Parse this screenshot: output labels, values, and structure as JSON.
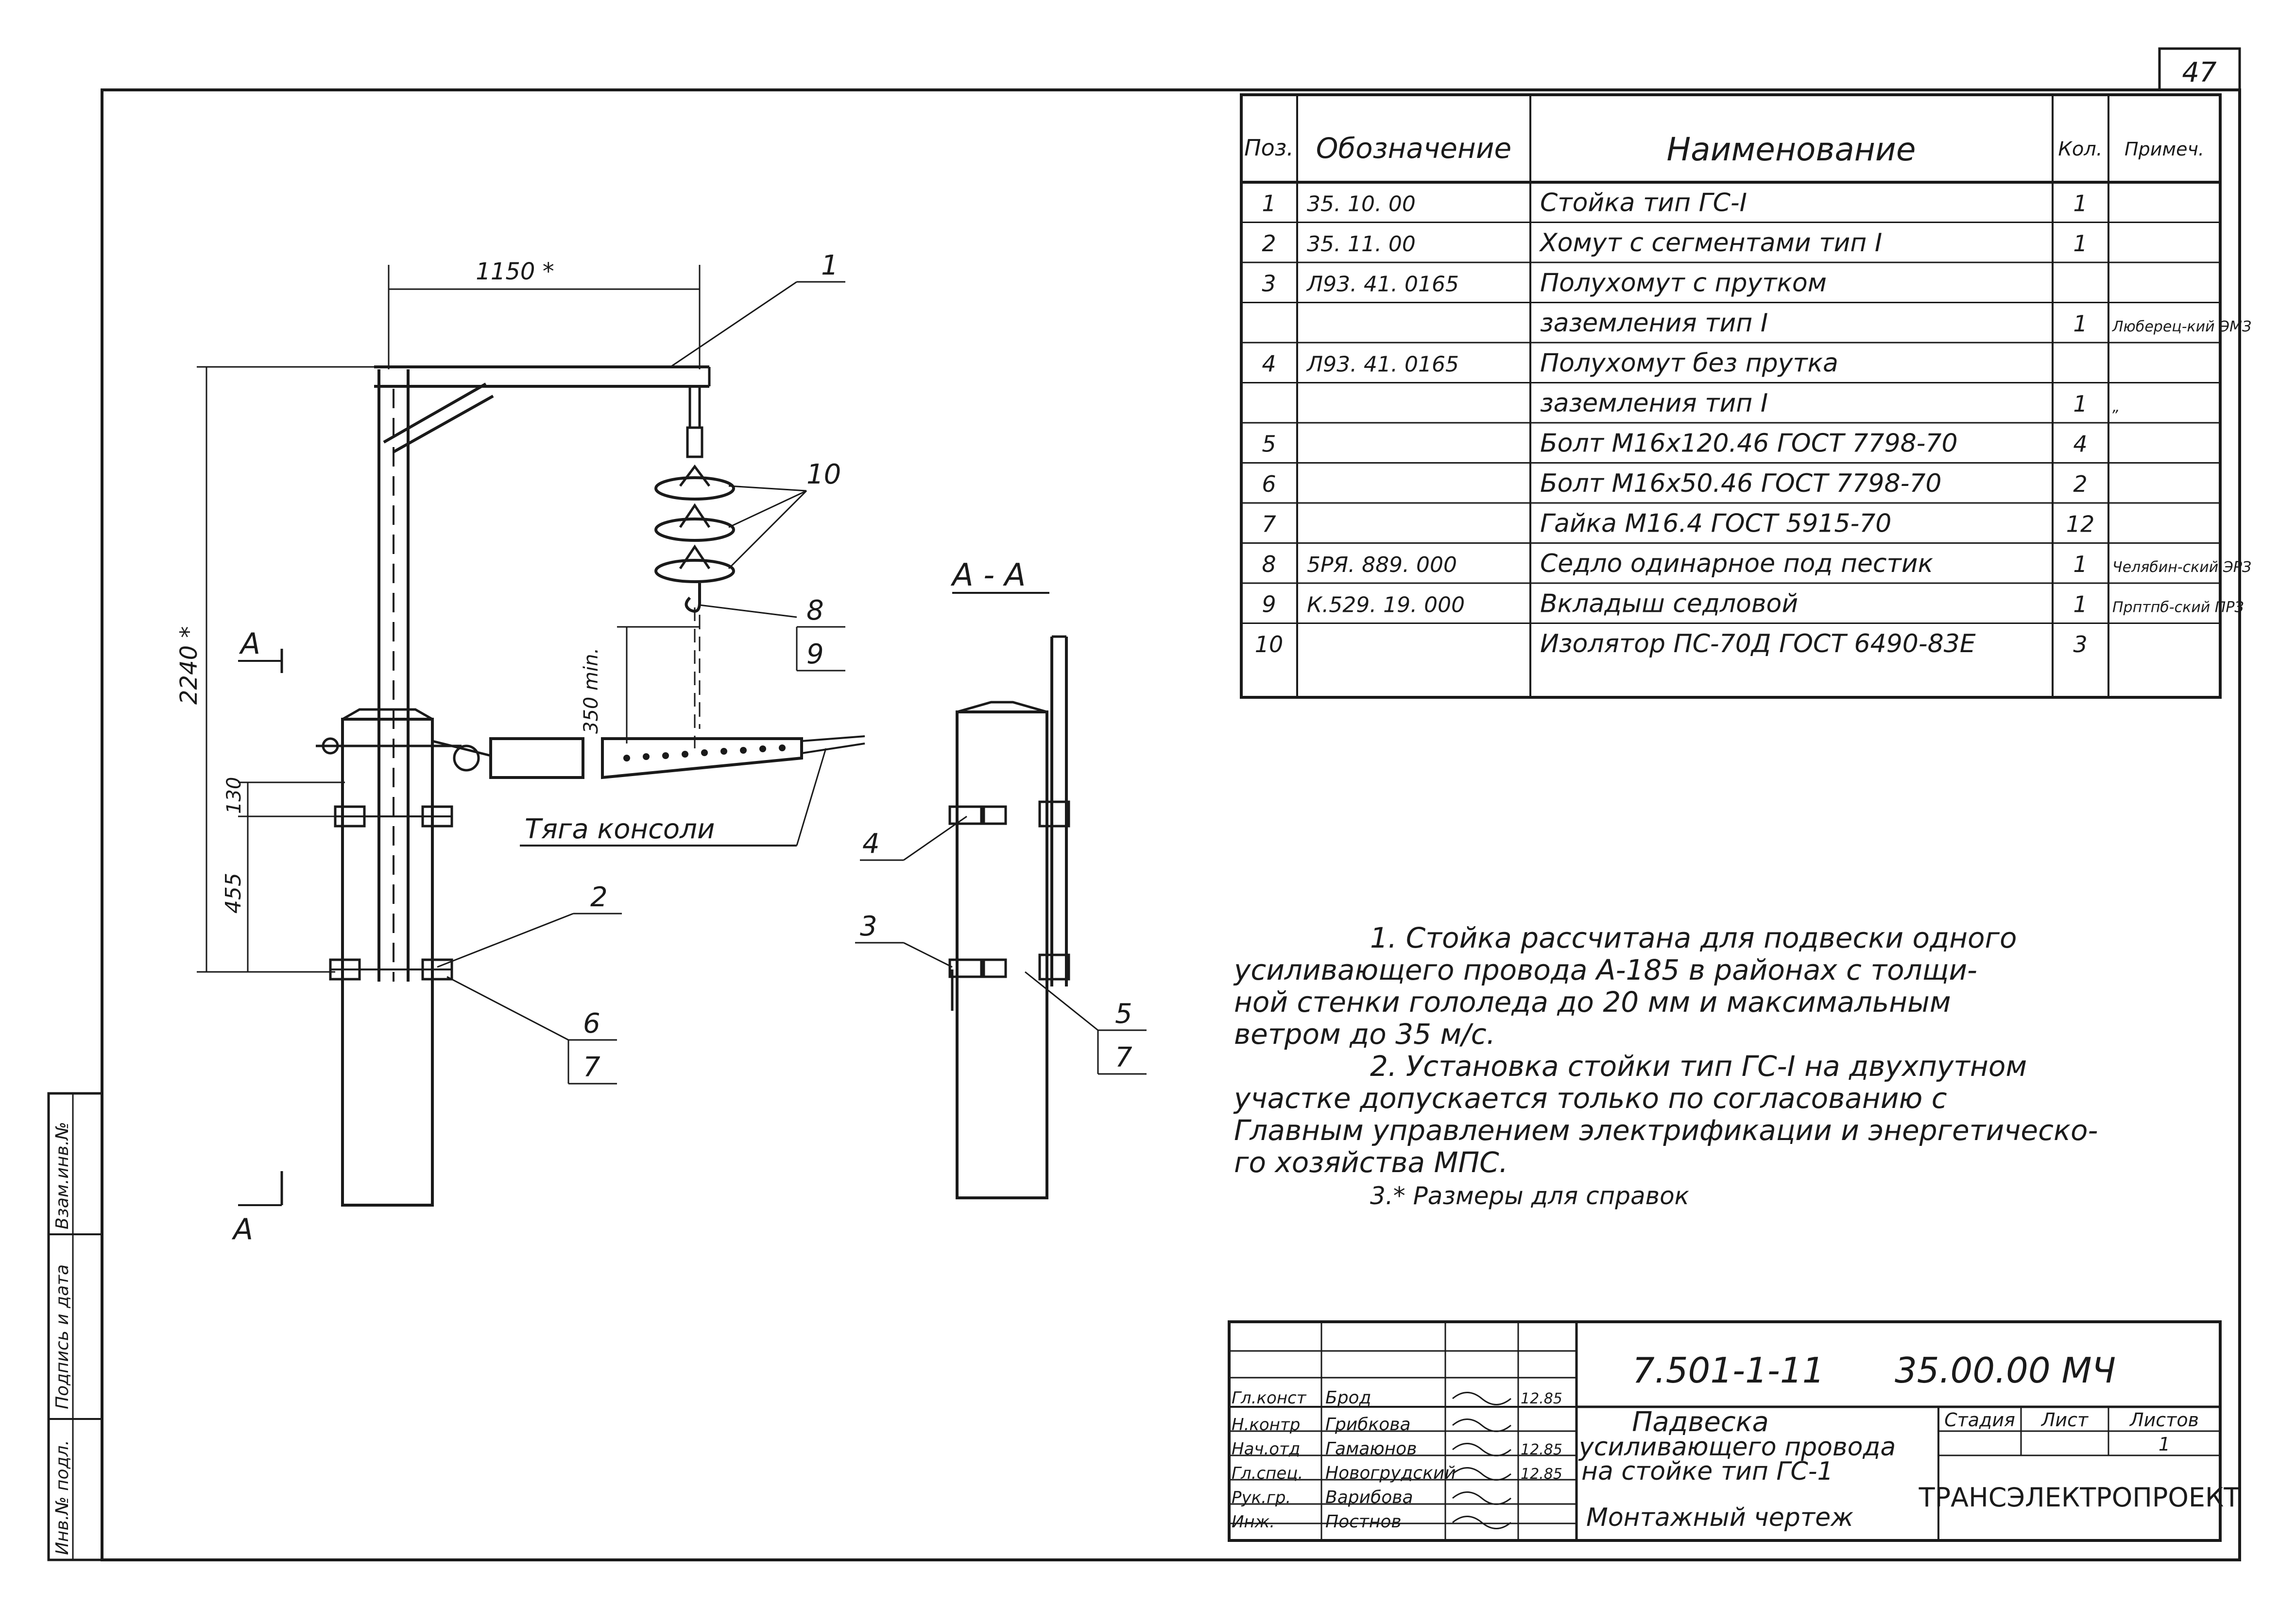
{
  "page_number": "47",
  "drawing": {
    "callouts": [
      "1",
      "10",
      "8",
      "9",
      "2",
      "6",
      "7",
      "4",
      "3",
      "5",
      "7"
    ],
    "section_label": "А - А",
    "section_marks": [
      "А",
      "А"
    ],
    "dims": {
      "top": "1150 *",
      "height": "2240 *",
      "d350": "350 min.",
      "d130": "130",
      "d455": "455"
    },
    "tie_rod_label": "Тяга консоли"
  },
  "spec_table": {
    "headers": [
      "Поз.",
      "Обозначение",
      "Наименование",
      "Кол.",
      "Примеч."
    ],
    "rows": [
      {
        "pos": "1",
        "code": "35. 10. 00",
        "name": "Стойка тип ГС-I",
        "qty": "1",
        "note": ""
      },
      {
        "pos": "2",
        "code": "35. 11. 00",
        "name": "Хомут с сегментами тип I",
        "qty": "1",
        "note": ""
      },
      {
        "pos": "3",
        "code": "Л93. 41. 0165",
        "name": "Полухомут с прутком",
        "qty": "",
        "note": ""
      },
      {
        "pos": "",
        "code": "",
        "name": "заземления тип I",
        "qty": "1",
        "note": "Люберец-кий ЭМЗ"
      },
      {
        "pos": "4",
        "code": "Л93. 41. 0165",
        "name": "Полухомут без прутка",
        "qty": "",
        "note": ""
      },
      {
        "pos": "",
        "code": "",
        "name": "заземления тип I",
        "qty": "1",
        "note": "„"
      },
      {
        "pos": "5",
        "code": "",
        "name": "Болт М16х120.46 ГОСТ 7798-70",
        "qty": "4",
        "note": ""
      },
      {
        "pos": "6",
        "code": "",
        "name": "Болт М16х50.46 ГОСТ 7798-70",
        "qty": "2",
        "note": ""
      },
      {
        "pos": "7",
        "code": "",
        "name": "Гайка М16.4 ГОСТ 5915-70",
        "qty": "12",
        "note": ""
      },
      {
        "pos": "8",
        "code": "5РЯ. 889. 000",
        "name": "Седло одинарное под пестик",
        "qty": "1",
        "note": "Челябин-ский ЭРЗ"
      },
      {
        "pos": "9",
        "code": "К.529. 19. 000",
        "name": "Вкладыш седловой",
        "qty": "1",
        "note": "Прптпб-ский ПРЗ"
      },
      {
        "pos": "10",
        "code": "",
        "name": "Изолятор ПС-70Д ГОСТ 6490-83Е",
        "qty": "3",
        "note": ""
      }
    ]
  },
  "notes": [
    "1. Стойка рассчитана для подвески одного",
    "усиливающего провода А-185 в районах с толщи-",
    "ной стенки гололеда до 20 мм и максимальным",
    "ветром до 35 м/с.",
    "2. Установка стойки тип ГС-I на двухпутном",
    "участке допускается только по согласованию с",
    "Главным управлением электрификации и энергетическо-",
    "го хозяйства МПС.",
    "3.* Размеры для справок"
  ],
  "title_block": {
    "doc_code": "7.501-1-11",
    "sheet_code": "35.00.00 МЧ",
    "title_lines": [
      "Падвеска",
      "усиливающего провода",
      "на стойке тип ГС-1"
    ],
    "subtitle": "Монтажный чертеж",
    "stage_headers": [
      "Стадия",
      "Лист",
      "Листов"
    ],
    "sheet": "1",
    "org": "ТРАНСЭЛЕКТРОПРОЕКТ",
    "people": [
      {
        "role": "Гл.конст",
        "name": "Брод",
        "date": "12.85"
      },
      {
        "role": "Н.контр",
        "name": "Грибкова",
        "date": ""
      },
      {
        "role": "Нач.отд",
        "name": "Гамаюнов",
        "date": "12.85"
      },
      {
        "role": "Гл.спец.",
        "name": "Новогрудский",
        "date": "12.85"
      },
      {
        "role": "Рук.гр.",
        "name": "Варибова",
        "date": ""
      },
      {
        "role": "Инж.",
        "name": "Постнов",
        "date": ""
      }
    ]
  },
  "side_stamp": [
    "Инв.№ подл.",
    "Подпись и дата",
    "Взам.инв.№"
  ]
}
